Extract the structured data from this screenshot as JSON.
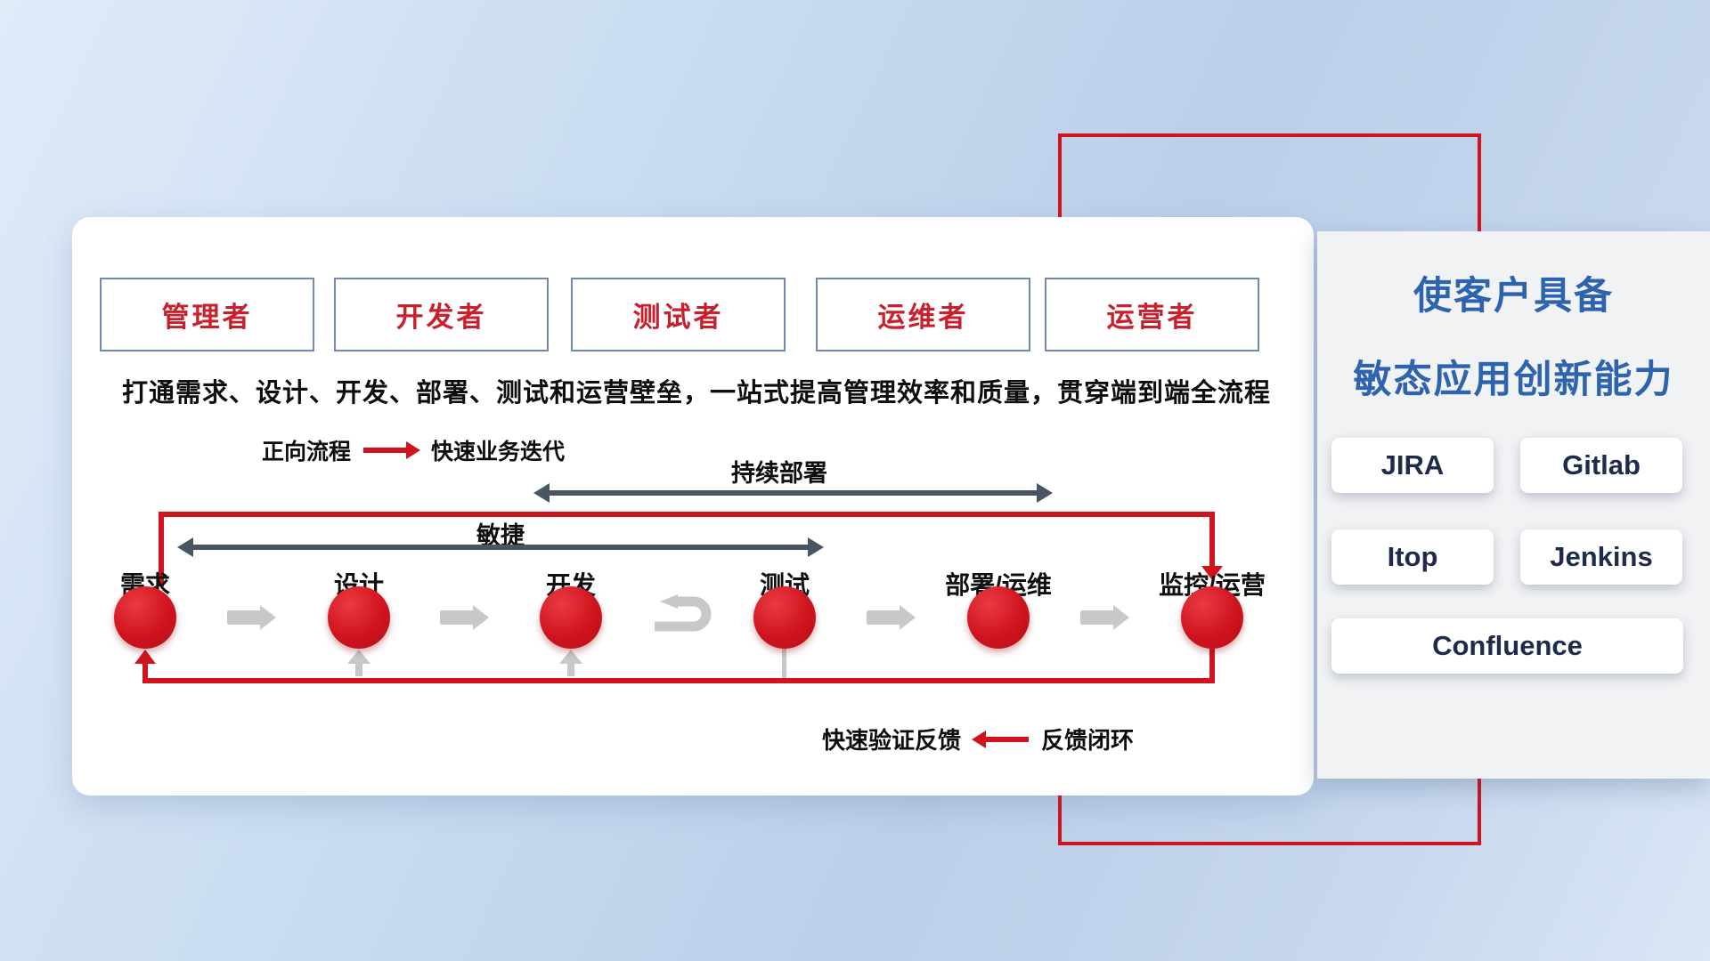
{
  "roles": [
    "管理者",
    "开发者",
    "测试者",
    "运维者",
    "运营者"
  ],
  "card": {
    "subtitle": "打通需求、设计、开发、部署、测试和运营壁垒，一站式提高管理效率和质量，贯穿端到端全流程"
  },
  "legend": {
    "forward_label": "正向流程",
    "forward_desc": "快速业务迭代",
    "feedback_desc": "快速验证反馈",
    "feedback_label": "反馈闭环"
  },
  "flow": {
    "deploy_arrow_label": "持续部署",
    "agile_arrow_label": "敏捷",
    "nodes": [
      "需求",
      "设计",
      "开发",
      "测试",
      "部署/运维",
      "监控/运营"
    ]
  },
  "panel": {
    "title_line1": "使客户具备",
    "title_line2": "敏态应用创新能力",
    "tools": [
      "JIRA",
      "Gitlab",
      "Itop",
      "Jenkins",
      "Confluence"
    ]
  },
  "colors": {
    "accent_red": "#d0141e",
    "arrow_dark": "#4a5562",
    "arrow_gray": "#c6c8ca",
    "role_text_red": "#c8202c",
    "role_border_blue": "#7088b4",
    "panel_title_blue": "#2e63ae",
    "tool_text_navy": "#1e2b4a"
  }
}
